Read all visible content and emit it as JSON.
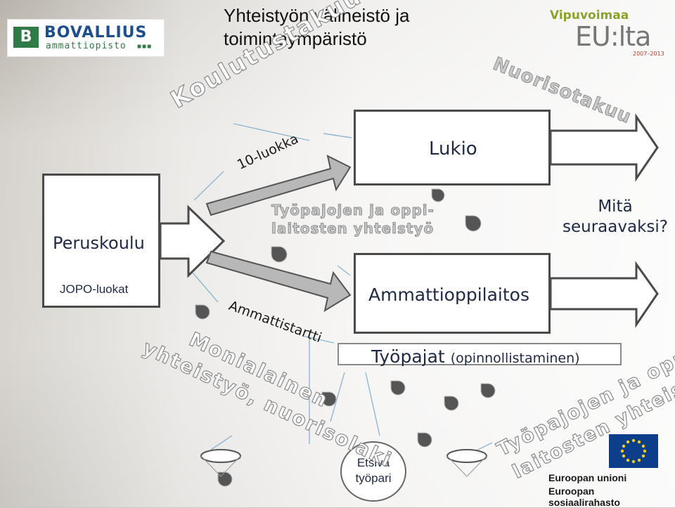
{
  "title": "Yhteistyön välineistö ja toimintaympäristö",
  "logos": {
    "bovallius_name": "BOVALLIUS",
    "bovallius_sub": "ammattiopisto",
    "vipuvoimaa": "Vipuvoimaa",
    "eu_lta": "EU:lta",
    "years": "2007–2013",
    "eu_line1": "Euroopan unioni",
    "eu_line2": "Euroopan sosiaalirahasto"
  },
  "boxes": {
    "peruskoulu": "Peruskoulu",
    "jopo": "JOPO-luokat",
    "lukio": "Lukio",
    "ammattioppilaitos": "Ammattioppilaitos",
    "tyopajat": "Työpajat",
    "tyopajat_sub": "(opinnollistaminen)",
    "etsiva_1": "Etsivä",
    "etsiva_2": "työpari"
  },
  "labels": {
    "koulutustakuu": "Koulutustakuu",
    "nuorisotakuu": "Nuorisotakuu",
    "kymppiluokka": "10-luokka",
    "ammattistartti": "Ammattistartti",
    "tyopajojen_1": "Työpajojen ja oppi-",
    "tyopajojen_2": "laitosten yhteistyö",
    "monialainen_1": "Monialainen",
    "monialainen_2": "yhteistyö, nuorisolaki",
    "mita_1": "Mitä",
    "mita_2": "seuraavaksi?"
  }
}
